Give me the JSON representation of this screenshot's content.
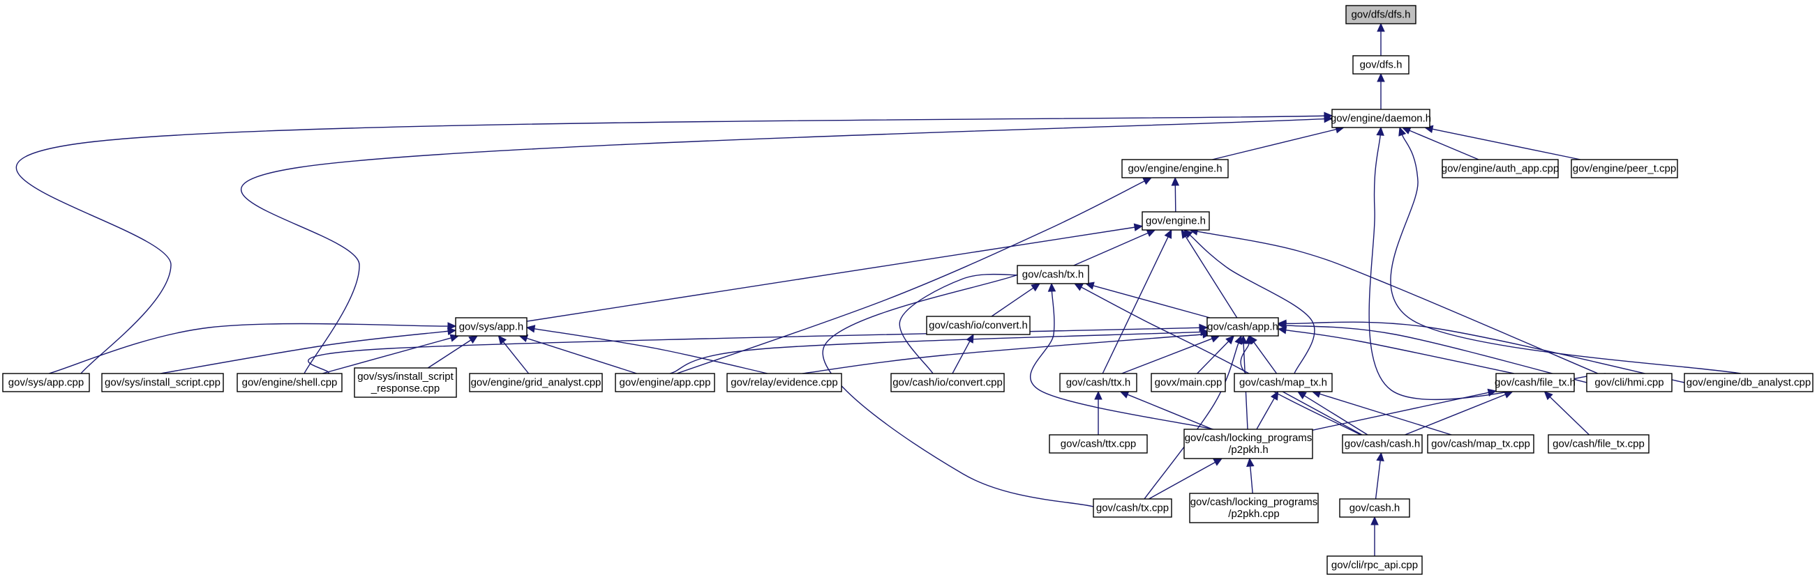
{
  "diagram": {
    "colors": {
      "edge": "#191970",
      "root_fill": "#bfbfbf",
      "node_fill": "#ffffff",
      "node_stroke": "#000000"
    },
    "nodes": [
      {
        "id": "n_dfs_dfs_h",
        "lines": [
          "gov/dfs/dfs.h"
        ],
        "root": true
      },
      {
        "id": "n_dfs_h",
        "lines": [
          "gov/dfs.h"
        ]
      },
      {
        "id": "n_daemon_h",
        "lines": [
          "gov/engine/daemon.h"
        ]
      },
      {
        "id": "n_engine_engine_h",
        "lines": [
          "gov/engine/engine.h"
        ]
      },
      {
        "id": "n_auth_app_cpp",
        "lines": [
          "gov/engine/auth_app.cpp"
        ]
      },
      {
        "id": "n_peer_t_cpp",
        "lines": [
          "gov/engine/peer_t.cpp"
        ]
      },
      {
        "id": "n_engine_h",
        "lines": [
          "gov/engine.h"
        ]
      },
      {
        "id": "n_cash_tx_h",
        "lines": [
          "gov/cash/tx.h"
        ]
      },
      {
        "id": "n_sys_app_h",
        "lines": [
          "gov/sys/app.h"
        ]
      },
      {
        "id": "n_io_convert_h",
        "lines": [
          "gov/cash/io/convert.h"
        ]
      },
      {
        "id": "n_cash_app_h",
        "lines": [
          "gov/cash/app.h"
        ]
      },
      {
        "id": "n_sys_app_cpp",
        "lines": [
          "gov/sys/app.cpp"
        ]
      },
      {
        "id": "n_install_script_cpp",
        "lines": [
          "gov/sys/install_script.cpp"
        ]
      },
      {
        "id": "n_shell_cpp",
        "lines": [
          "gov/engine/shell.cpp"
        ]
      },
      {
        "id": "n_install_script_response_cpp",
        "lines": [
          "gov/sys/install_script",
          "_response.cpp"
        ]
      },
      {
        "id": "n_grid_analyst_cpp",
        "lines": [
          "gov/engine/grid_analyst.cpp"
        ]
      },
      {
        "id": "n_engine_app_cpp",
        "lines": [
          "gov/engine/app.cpp"
        ]
      },
      {
        "id": "n_evidence_cpp",
        "lines": [
          "gov/relay/evidence.cpp"
        ]
      },
      {
        "id": "n_io_convert_cpp",
        "lines": [
          "gov/cash/io/convert.cpp"
        ]
      },
      {
        "id": "n_ttx_h",
        "lines": [
          "gov/cash/ttx.h"
        ]
      },
      {
        "id": "n_govx_main_cpp",
        "lines": [
          "govx/main.cpp"
        ]
      },
      {
        "id": "n_map_tx_h",
        "lines": [
          "gov/cash/map_tx.h"
        ]
      },
      {
        "id": "n_file_tx_h",
        "lines": [
          "gov/cash/file_tx.h"
        ]
      },
      {
        "id": "n_hmi_cpp",
        "lines": [
          "gov/cli/hmi.cpp"
        ]
      },
      {
        "id": "n_db_analyst_cpp",
        "lines": [
          "gov/engine/db_analyst.cpp"
        ]
      },
      {
        "id": "n_ttx_cpp",
        "lines": [
          "gov/cash/ttx.cpp"
        ]
      },
      {
        "id": "n_p2pkh_h",
        "lines": [
          "gov/cash/locking_programs",
          "/p2pkh.h"
        ]
      },
      {
        "id": "n_cash_cash_h",
        "lines": [
          "gov/cash/cash.h"
        ]
      },
      {
        "id": "n_map_tx_cpp",
        "lines": [
          "gov/cash/map_tx.cpp"
        ]
      },
      {
        "id": "n_file_tx_cpp",
        "lines": [
          "gov/cash/file_tx.cpp"
        ]
      },
      {
        "id": "n_cash_tx_cpp",
        "lines": [
          "gov/cash/tx.cpp"
        ]
      },
      {
        "id": "n_p2pkh_cpp",
        "lines": [
          "gov/cash/locking_programs",
          "/p2pkh.cpp"
        ]
      },
      {
        "id": "n_cash_h",
        "lines": [
          "gov/cash.h"
        ]
      },
      {
        "id": "n_rpc_api_cpp",
        "lines": [
          "gov/cli/rpc_api.cpp"
        ]
      }
    ],
    "edges": [
      [
        "n_dfs_h",
        "n_dfs_dfs_h"
      ],
      [
        "n_daemon_h",
        "n_dfs_h"
      ],
      [
        "n_sys_app_cpp",
        "n_daemon_h"
      ],
      [
        "n_shell_cpp",
        "n_daemon_h"
      ],
      [
        "n_engine_engine_h",
        "n_daemon_h"
      ],
      [
        "n_auth_app_cpp",
        "n_daemon_h"
      ],
      [
        "n_peer_t_cpp",
        "n_daemon_h"
      ],
      [
        "n_hmi_cpp",
        "n_daemon_h"
      ],
      [
        "n_db_analyst_cpp",
        "n_daemon_h"
      ],
      [
        "n_engine_h",
        "n_engine_engine_h"
      ],
      [
        "n_engine_app_cpp",
        "n_engine_engine_h"
      ],
      [
        "n_cash_tx_h",
        "n_engine_h"
      ],
      [
        "n_sys_app_h",
        "n_engine_h"
      ],
      [
        "n_cash_app_h",
        "n_engine_h"
      ],
      [
        "n_ttx_h",
        "n_engine_h"
      ],
      [
        "n_map_tx_h",
        "n_engine_h"
      ],
      [
        "n_hmi_cpp",
        "n_engine_h"
      ],
      [
        "n_io_convert_h",
        "n_cash_tx_h"
      ],
      [
        "n_cash_app_h",
        "n_cash_tx_h"
      ],
      [
        "n_io_convert_cpp",
        "n_cash_tx_h"
      ],
      [
        "n_cash_tx_cpp",
        "n_cash_tx_h"
      ],
      [
        "n_p2pkh_h",
        "n_cash_tx_h"
      ],
      [
        "n_cash_cash_h",
        "n_cash_tx_h"
      ],
      [
        "n_sys_app_cpp",
        "n_sys_app_h"
      ],
      [
        "n_install_script_cpp",
        "n_sys_app_h"
      ],
      [
        "n_shell_cpp",
        "n_sys_app_h"
      ],
      [
        "n_install_script_response_cpp",
        "n_sys_app_h"
      ],
      [
        "n_grid_analyst_cpp",
        "n_sys_app_h"
      ],
      [
        "n_engine_app_cpp",
        "n_sys_app_h"
      ],
      [
        "n_evidence_cpp",
        "n_sys_app_h"
      ],
      [
        "n_io_convert_cpp",
        "n_io_convert_h"
      ],
      [
        "n_shell_cpp",
        "n_cash_app_h"
      ],
      [
        "n_engine_app_cpp",
        "n_cash_app_h"
      ],
      [
        "n_evidence_cpp",
        "n_cash_app_h"
      ],
      [
        "n_ttx_h",
        "n_cash_app_h"
      ],
      [
        "n_govx_main_cpp",
        "n_cash_app_h"
      ],
      [
        "n_map_tx_h",
        "n_cash_app_h"
      ],
      [
        "n_file_tx_h",
        "n_cash_app_h"
      ],
      [
        "n_hmi_cpp",
        "n_cash_app_h"
      ],
      [
        "n_db_analyst_cpp",
        "n_cash_app_h"
      ],
      [
        "n_p2pkh_h",
        "n_cash_app_h"
      ],
      [
        "n_cash_cash_h",
        "n_cash_app_h"
      ],
      [
        "n_cash_tx_cpp",
        "n_cash_app_h"
      ],
      [
        "n_ttx_cpp",
        "n_ttx_h"
      ],
      [
        "n_p2pkh_h",
        "n_ttx_h"
      ],
      [
        "n_p2pkh_h",
        "n_map_tx_h"
      ],
      [
        "n_cash_cash_h",
        "n_map_tx_h"
      ],
      [
        "n_map_tx_cpp",
        "n_map_tx_h"
      ],
      [
        "n_p2pkh_h",
        "n_file_tx_h"
      ],
      [
        "n_cash_cash_h",
        "n_file_tx_h"
      ],
      [
        "n_file_tx_cpp",
        "n_file_tx_h"
      ],
      [
        "n_cash_tx_cpp",
        "n_p2pkh_h"
      ],
      [
        "n_p2pkh_cpp",
        "n_p2pkh_h"
      ],
      [
        "n_cash_h",
        "n_cash_cash_h"
      ],
      [
        "n_rpc_api_cpp",
        "n_cash_h"
      ]
    ]
  }
}
